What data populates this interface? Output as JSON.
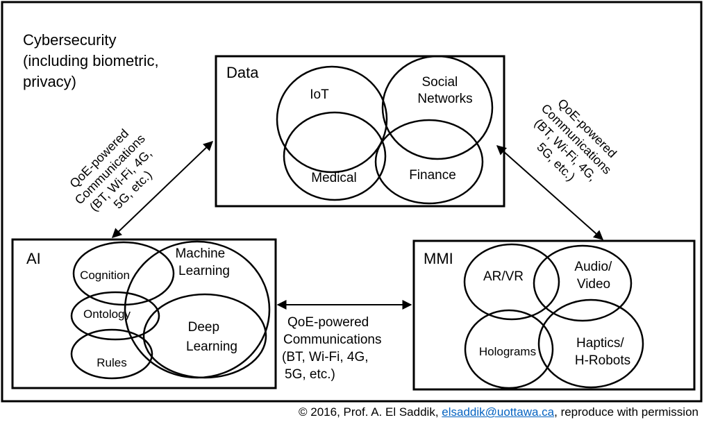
{
  "cybersecurity": {
    "lines": [
      "Cybersecurity",
      "(including biometric,",
      "privacy)"
    ]
  },
  "data_box": {
    "title": "Data",
    "circles": [
      {
        "lines": [
          "IoT"
        ]
      },
      {
        "lines": [
          "Social",
          "Networks"
        ]
      },
      {
        "lines": [
          "Medical"
        ]
      },
      {
        "lines": [
          "Finance"
        ]
      }
    ]
  },
  "ai_box": {
    "title": "AI",
    "circles": [
      {
        "lines": [
          "Cognition"
        ]
      },
      {
        "lines": [
          "Ontology"
        ]
      },
      {
        "lines": [
          "Rules"
        ]
      },
      {
        "lines": [
          "Machine",
          "Learning"
        ]
      },
      {
        "lines": [
          "Deep",
          "Learning"
        ]
      }
    ]
  },
  "mmi_box": {
    "title": "MMI",
    "circles": [
      {
        "lines": [
          "AR/VR"
        ]
      },
      {
        "lines": [
          "Audio/",
          "Video"
        ]
      },
      {
        "lines": [
          "Holograms"
        ]
      },
      {
        "lines": [
          "Haptics/",
          "H-Robots"
        ]
      }
    ]
  },
  "links": [
    {
      "lines": [
        "QoE-powered",
        "Communications",
        "(BT, Wi-Fi, 4G,",
        "5G, etc.)"
      ]
    },
    {
      "lines": [
        "QoE-powered",
        "Communications",
        "(BT, Wi-Fi, 4G,",
        "5G, etc.)"
      ]
    },
    {
      "lines": [
        "QoE-powered",
        "Communications",
        "(BT, Wi-Fi, 4G,",
        "5G, etc.)"
      ]
    }
  ],
  "footer": {
    "prefix": "© 2016, Prof. A. El Saddik, ",
    "email": "elsaddik@uottawa.ca",
    "suffix": ", reproduce with permission"
  },
  "colors": {
    "stroke": "#000000",
    "link": "#0563c1"
  }
}
